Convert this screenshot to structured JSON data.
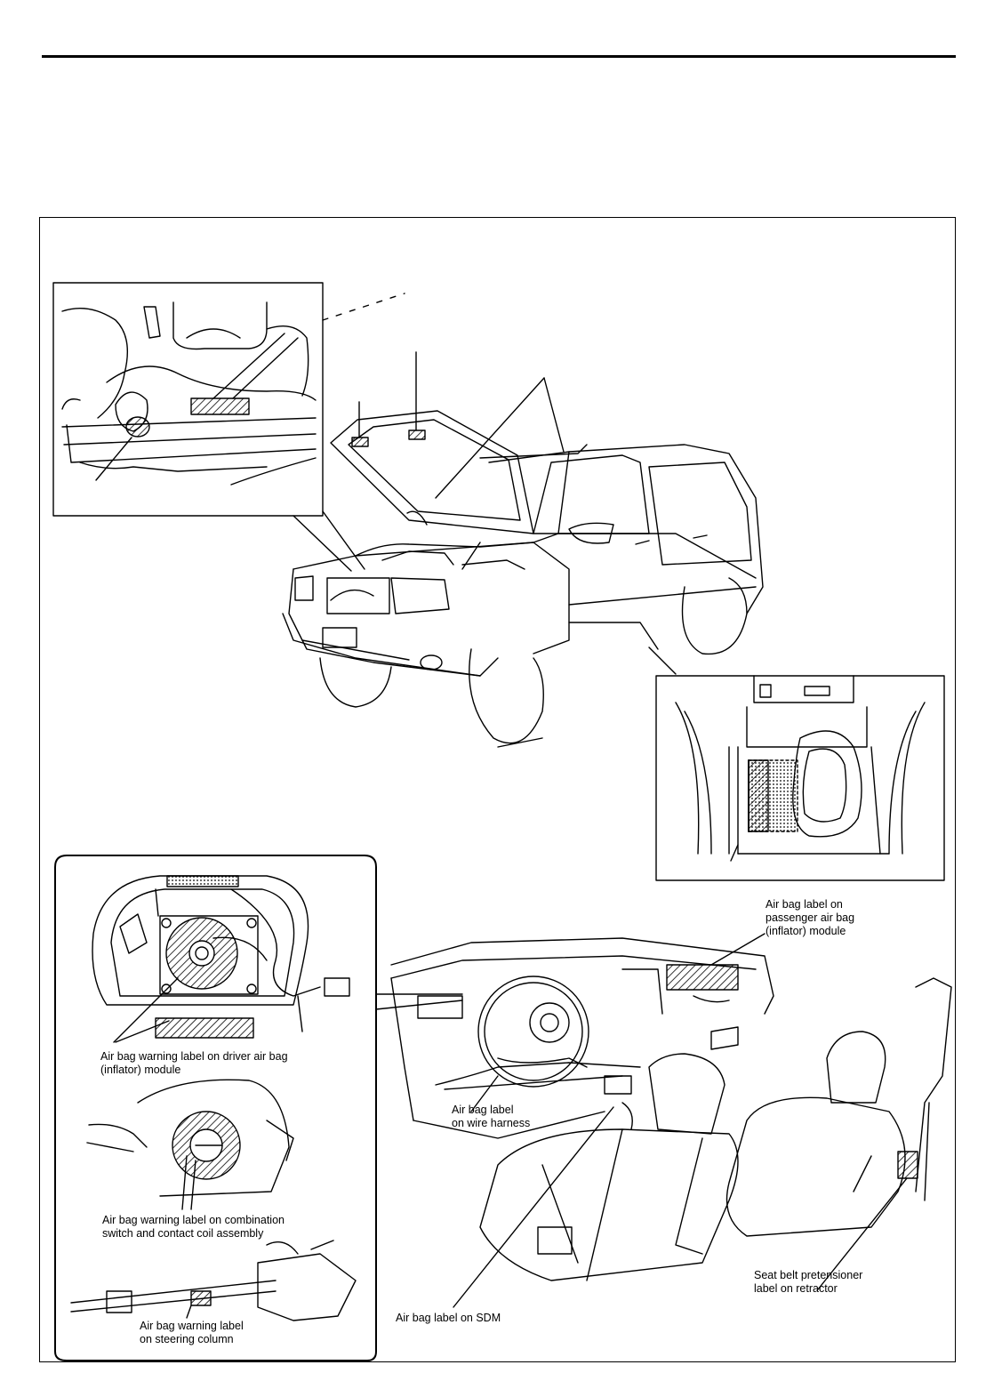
{
  "labels": {
    "passenger_module": "Air bag label on\npassenger air bag\n(inflator) module",
    "driver_module": "Air bag warning label on driver air bag\n(inflator) module",
    "wire_harness": "Air bag label\non wire harness",
    "combination_switch": "Air bag warning label on combination\nswitch and contact coil assembly",
    "sdm": "Air bag label on SDM",
    "steering_column": "Air bag warning label\non steering column",
    "pretensioner": "Seat belt pretensioner\nlabel on retractor"
  },
  "colors": {
    "line": "#000000",
    "background": "#ffffff"
  }
}
